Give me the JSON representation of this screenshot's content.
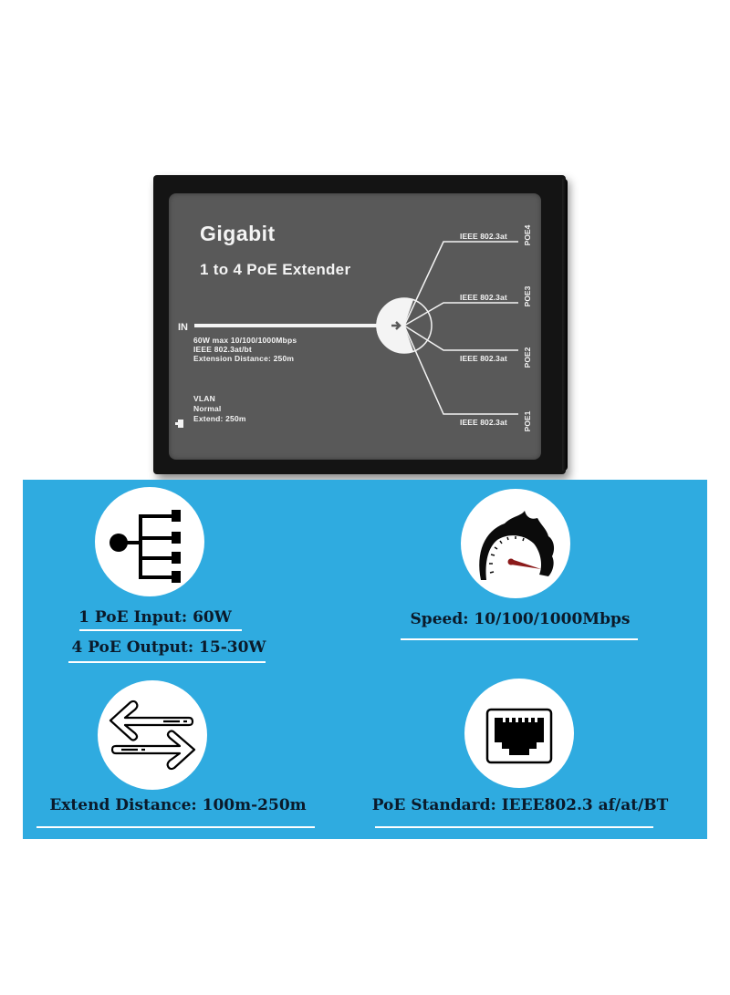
{
  "device": {
    "title": "Gigabit",
    "subtitle": "1 to 4 PoE Extender",
    "input_label": "IN",
    "input_specs": [
      "60W max   10/100/1000Mbps",
      "IEEE 802.3at/bt",
      "Extension Distance: 250m"
    ],
    "switch_modes": [
      "VLAN",
      "Normal",
      "Extend: 250m"
    ],
    "ports": [
      {
        "name": "POE4",
        "standard": "IEEE 802.3at"
      },
      {
        "name": "POE3",
        "standard": "IEEE 802.3at"
      },
      {
        "name": "POE2",
        "standard": "IEEE 802.3at"
      },
      {
        "name": "POE1",
        "standard": "IEEE 802.3at"
      }
    ],
    "colors": {
      "body": "#141414",
      "panel": "#595959",
      "print": "#f4f4f4"
    }
  },
  "features": {
    "band_color": "#2fabe0",
    "items": [
      {
        "icon": "poe-split-icon",
        "lines": [
          "1 PoE Input: 60W",
          "4 PoE Output: 15-30W"
        ]
      },
      {
        "icon": "speedometer-icon",
        "lines": [
          "Speed: 10/100/1000Mbps"
        ]
      },
      {
        "icon": "bidirectional-arrows-icon",
        "lines": [
          "Extend Distance: 100m-250m"
        ]
      },
      {
        "icon": "ethernet-port-icon",
        "lines": [
          "PoE Standard: IEEE802.3 af/at/BT"
        ]
      }
    ]
  }
}
